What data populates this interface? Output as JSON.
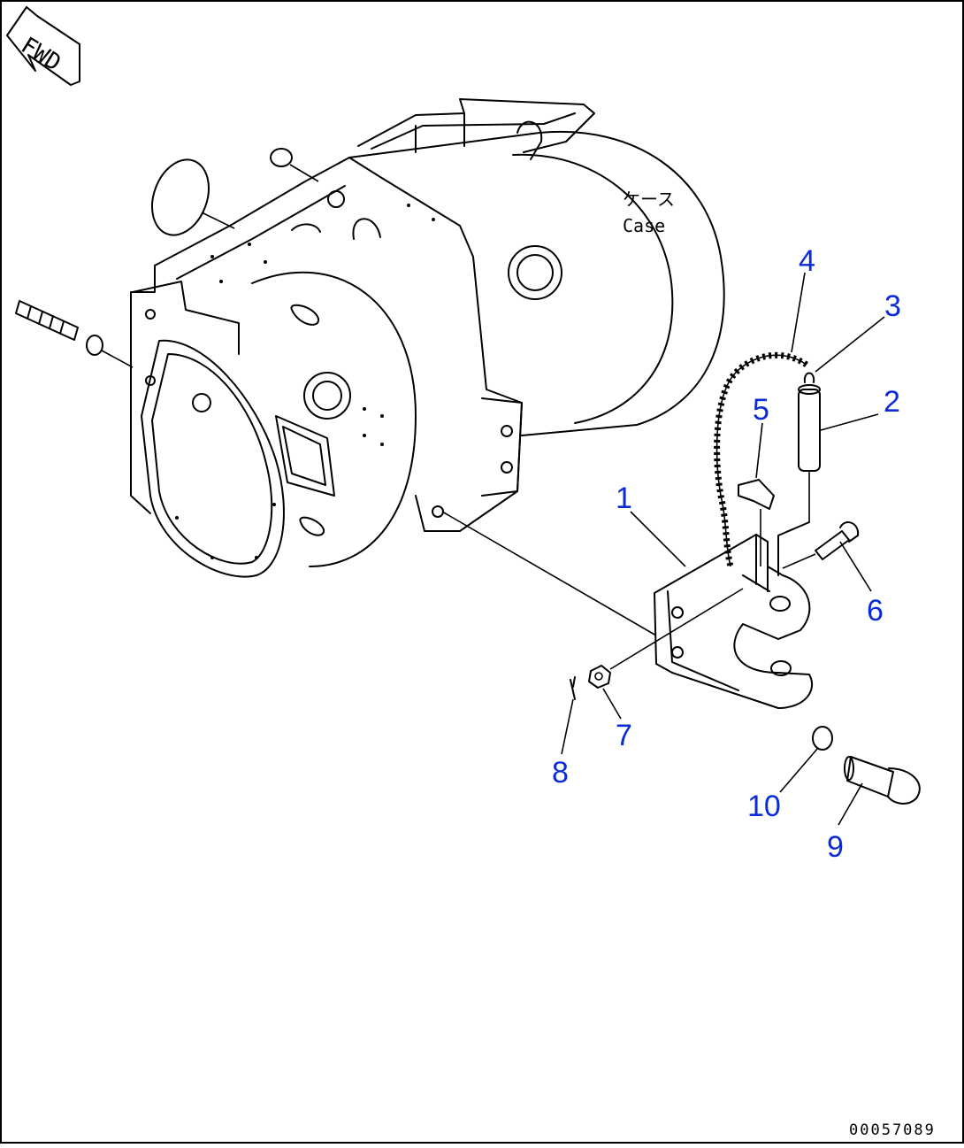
{
  "fwd_label": "FWD",
  "case_label_jp": "ケース",
  "case_label_en": "Case",
  "callouts": [
    "1",
    "2",
    "3",
    "4",
    "5",
    "6",
    "7",
    "8",
    "9",
    "10"
  ],
  "drawing_number": "00057089",
  "colors": {
    "callout": "#0a2bd6",
    "line": "#000000",
    "background": "#ffffff"
  }
}
